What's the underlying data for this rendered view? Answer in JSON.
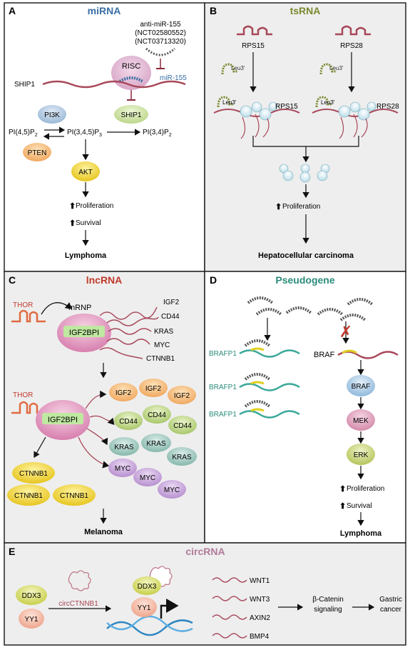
{
  "colors": {
    "mirna_title": "#3a6ea5",
    "tsrna_title": "#7a8a2e",
    "lncrna_title": "#c0392b",
    "pseudogene_title": "#2a8c7a",
    "circrna_title": "#b07a9a",
    "rna_strand": "#a8485a",
    "panel_bg_gray": "#eeeeee",
    "panel_border": "#222222"
  },
  "panels": {
    "A": {
      "letter": "A",
      "title": "miRNA",
      "anti_label": "anti-miR-155",
      "trial1": "(NCT02580552)",
      "trial2": "(NCT03713320)",
      "risc": "RISC",
      "mir155": "miR-155",
      "ship1_mrna": "SHIP1",
      "pi3k": "PI3K",
      "ship1": "SHIP1",
      "pten": "PTEN",
      "akt": "AKT",
      "proliferation": "Proliferation",
      "survival": "Survival",
      "outcome": "Lymphoma"
    },
    "B": {
      "letter": "B",
      "title": "tsRNA",
      "rps15": "RPS15",
      "rps28": "RPS28",
      "leu": "Leu3′",
      "proliferation": "Proliferation",
      "outcome": "Hepatocellular carcinoma"
    },
    "C": {
      "letter": "C",
      "title": "lncRNA",
      "thor": "THOR",
      "mrnp": "mRNP",
      "igf2bp1": "IGF2BPI",
      "targets": [
        "IGF2",
        "CD44",
        "KRAS",
        "MYC",
        "CTNNB1"
      ],
      "outcome": "Melanoma"
    },
    "D": {
      "letter": "D",
      "title": "Pseudogene",
      "brafp1": "BRAFP1",
      "braf_mrna": "BRAF",
      "braf": "BRAF",
      "mek": "MEK",
      "erk": "ERK",
      "proliferation": "Proliferation",
      "survival": "Survival",
      "outcome": "Lymphoma"
    },
    "E": {
      "letter": "E",
      "title": "circRNA",
      "ddx3": "DDX3",
      "yy1": "YY1",
      "circ": "circCTNNB1",
      "genes": [
        "WNT1",
        "WNT3",
        "AXIN2",
        "BMP4"
      ],
      "signaling1": "β-Catenin",
      "signaling2": "signaling",
      "outcome1": "Gastric",
      "outcome2": "cancer"
    }
  }
}
